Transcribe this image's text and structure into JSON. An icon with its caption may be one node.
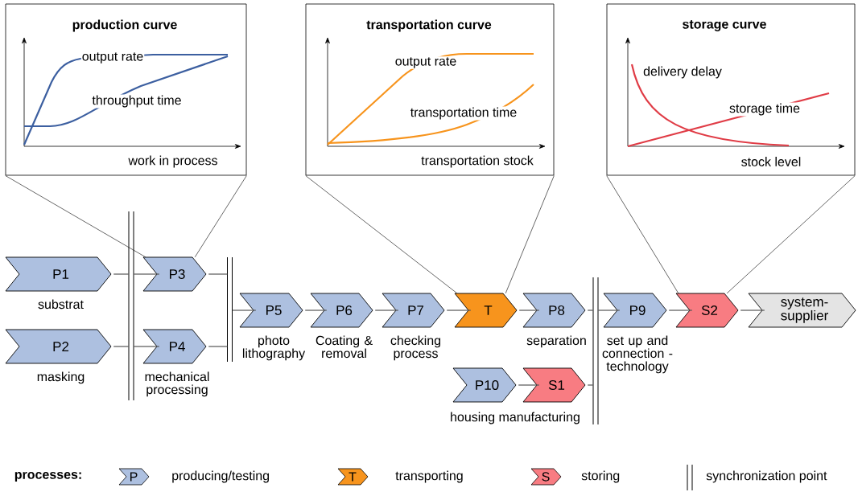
{
  "diagram": {
    "nodes": [
      {
        "text": [
          "production curve",
          "output rate",
          "throughput time",
          "work in process"
        ]
      },
      {
        "text": [
          "transportation curve",
          "output rate",
          "transportation time",
          "transportation stock"
        ]
      },
      {
        "text": [
          "storage curve",
          "delivery delay",
          "storage time",
          "stock level"
        ]
      },
      {
        "text": [
          "P1"
        ],
        "beside": [
          "substrat"
        ]
      },
      {
        "text": [
          "P2"
        ],
        "beside": [
          "masking"
        ]
      },
      {
        "text": [
          "P3"
        ]
      },
      {
        "text": [
          "P4"
        ],
        "beside": [
          "mechanical processing"
        ]
      },
      {
        "text": [
          "P5"
        ],
        "beside": [
          "photo lithography"
        ]
      },
      {
        "text": [
          "P6"
        ],
        "beside": [
          "Coating & removal"
        ]
      },
      {
        "text": [
          "P7"
        ],
        "beside": [
          "checking process"
        ]
      },
      {
        "text": [
          "T"
        ]
      },
      {
        "text": [
          "P8"
        ],
        "beside": [
          "separation"
        ]
      },
      {
        "text": [
          "P9"
        ],
        "beside": [
          "set up and connection - technology"
        ]
      },
      {
        "text": [
          "S2"
        ]
      },
      {
        "text": [
          "system-supplier"
        ]
      },
      {
        "text": [
          "P10"
        ]
      },
      {
        "text": [
          "S1"
        ]
      },
      {
        "text": [],
        "shape": "bar"
      },
      {
        "text": [],
        "shape": "bar"
      },
      {
        "text": [],
        "shape": "bar"
      }
    ],
    "edges": [
      {
        "from": 0,
        "to": 5,
        "arrow": "none"
      },
      {
        "from": 0,
        "to": 5,
        "arrow": "none"
      },
      {
        "from": 1,
        "to": 10,
        "arrow": "none"
      },
      {
        "from": 1,
        "to": 10,
        "arrow": "none"
      },
      {
        "from": 2,
        "to": 13,
        "arrow": "none"
      },
      {
        "from": 2,
        "to": 13,
        "arrow": "none"
      },
      {
        "from": 3,
        "to": 17,
        "arrow": "none"
      },
      {
        "from": 17,
        "to": 5,
        "arrow": "none"
      },
      {
        "from": 4,
        "to": 17,
        "arrow": "none"
      },
      {
        "from": 17,
        "to": 6,
        "arrow": "none"
      },
      {
        "from": 5,
        "to": 18,
        "arrow": "none"
      },
      {
        "from": 6,
        "to": 18,
        "arrow": "none"
      },
      {
        "from": 18,
        "to": 7,
        "arrow": "none"
      },
      {
        "from": 7,
        "to": 8,
        "arrow": "none"
      },
      {
        "from": 8,
        "to": 9,
        "arrow": "none"
      },
      {
        "from": 9,
        "to": 10,
        "arrow": "none"
      },
      {
        "from": 10,
        "to": 11,
        "arrow": "none"
      },
      {
        "from": 11,
        "to": 19,
        "arrow": "none"
      },
      {
        "from": 15,
        "to": 16,
        "arrow": "none"
      },
      {
        "from": 16,
        "to": 19,
        "arrow": "none"
      },
      {
        "from": 19,
        "to": 12,
        "arrow": "none"
      },
      {
        "from": 12,
        "to": 13,
        "arrow": "none"
      },
      {
        "from": 13,
        "to": 14,
        "arrow": "none"
      }
    ],
    "labels": [
      "housing manufacturing",
      "processes:",
      "P",
      "T",
      "S"
    ],
    "legend": [
      {
        "text": "producing/testing",
        "color": "#adc0e0"
      },
      {
        "text": "transporting",
        "color": "#f7941d"
      },
      {
        "text": "storing",
        "color": "#f87c82"
      },
      {
        "text": "synchronization point"
      }
    ]
  }
}
